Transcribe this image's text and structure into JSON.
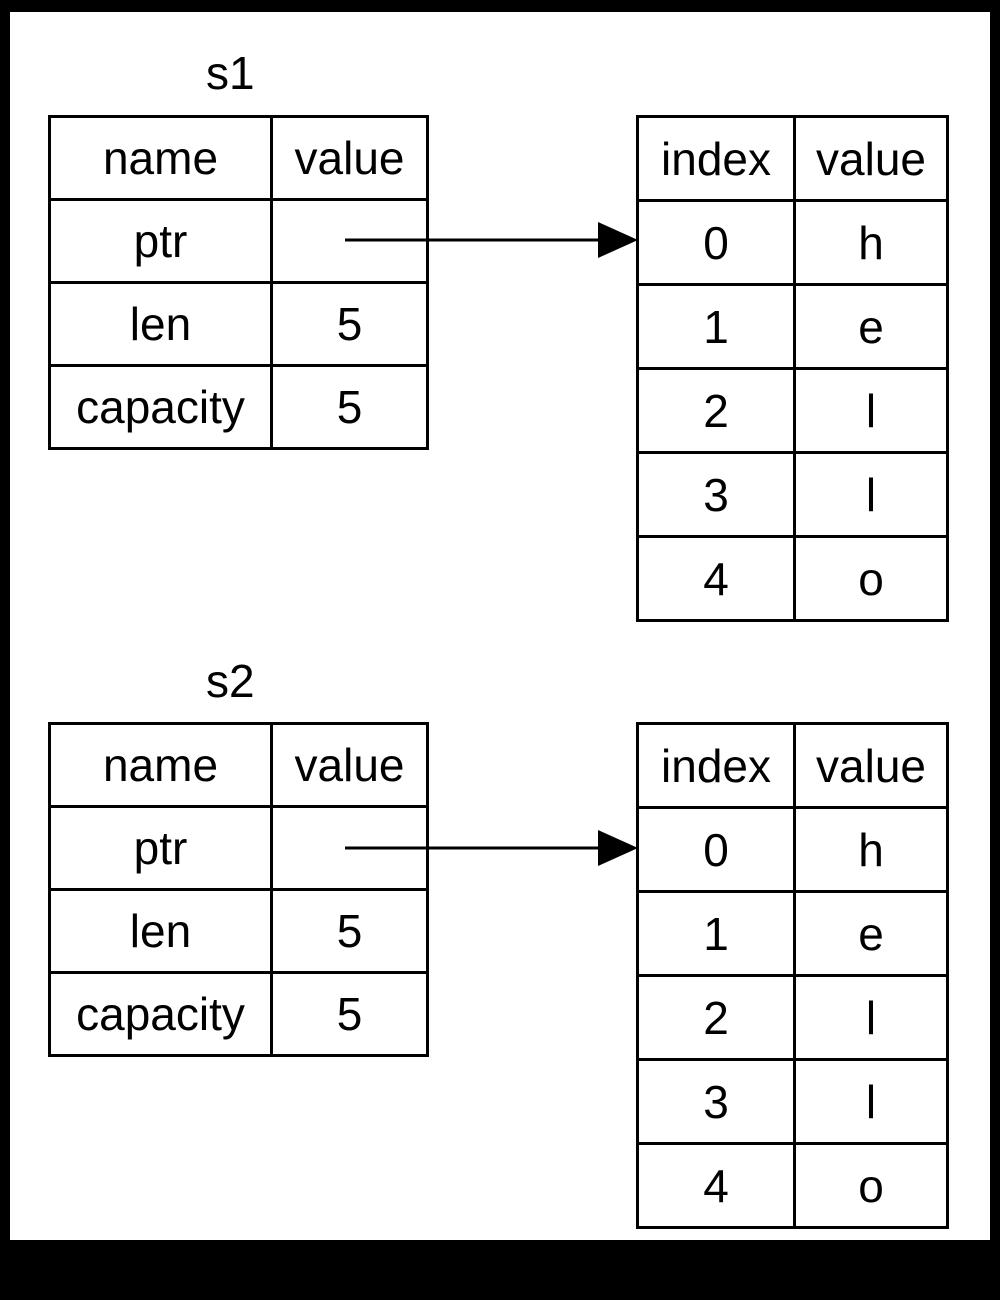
{
  "structs": [
    {
      "label": "s1",
      "stack_table": {
        "headers": [
          "name",
          "value"
        ],
        "rows": [
          {
            "name": "ptr",
            "value": ""
          },
          {
            "name": "len",
            "value": "5"
          },
          {
            "name": "capacity",
            "value": "5"
          }
        ]
      },
      "heap_table": {
        "headers": [
          "index",
          "value"
        ],
        "rows": [
          {
            "index": "0",
            "value": "h"
          },
          {
            "index": "1",
            "value": "e"
          },
          {
            "index": "2",
            "value": "l"
          },
          {
            "index": "3",
            "value": "l"
          },
          {
            "index": "4",
            "value": "o"
          }
        ]
      }
    },
    {
      "label": "s2",
      "stack_table": {
        "headers": [
          "name",
          "value"
        ],
        "rows": [
          {
            "name": "ptr",
            "value": ""
          },
          {
            "name": "len",
            "value": "5"
          },
          {
            "name": "capacity",
            "value": "5"
          }
        ]
      },
      "heap_table": {
        "headers": [
          "index",
          "value"
        ],
        "rows": [
          {
            "index": "0",
            "value": "h"
          },
          {
            "index": "1",
            "value": "e"
          },
          {
            "index": "2",
            "value": "l"
          },
          {
            "index": "3",
            "value": "l"
          },
          {
            "index": "4",
            "value": "o"
          }
        ]
      }
    }
  ],
  "colors": {
    "line": "#000000",
    "background": "#ffffff",
    "frame": "#000000"
  }
}
